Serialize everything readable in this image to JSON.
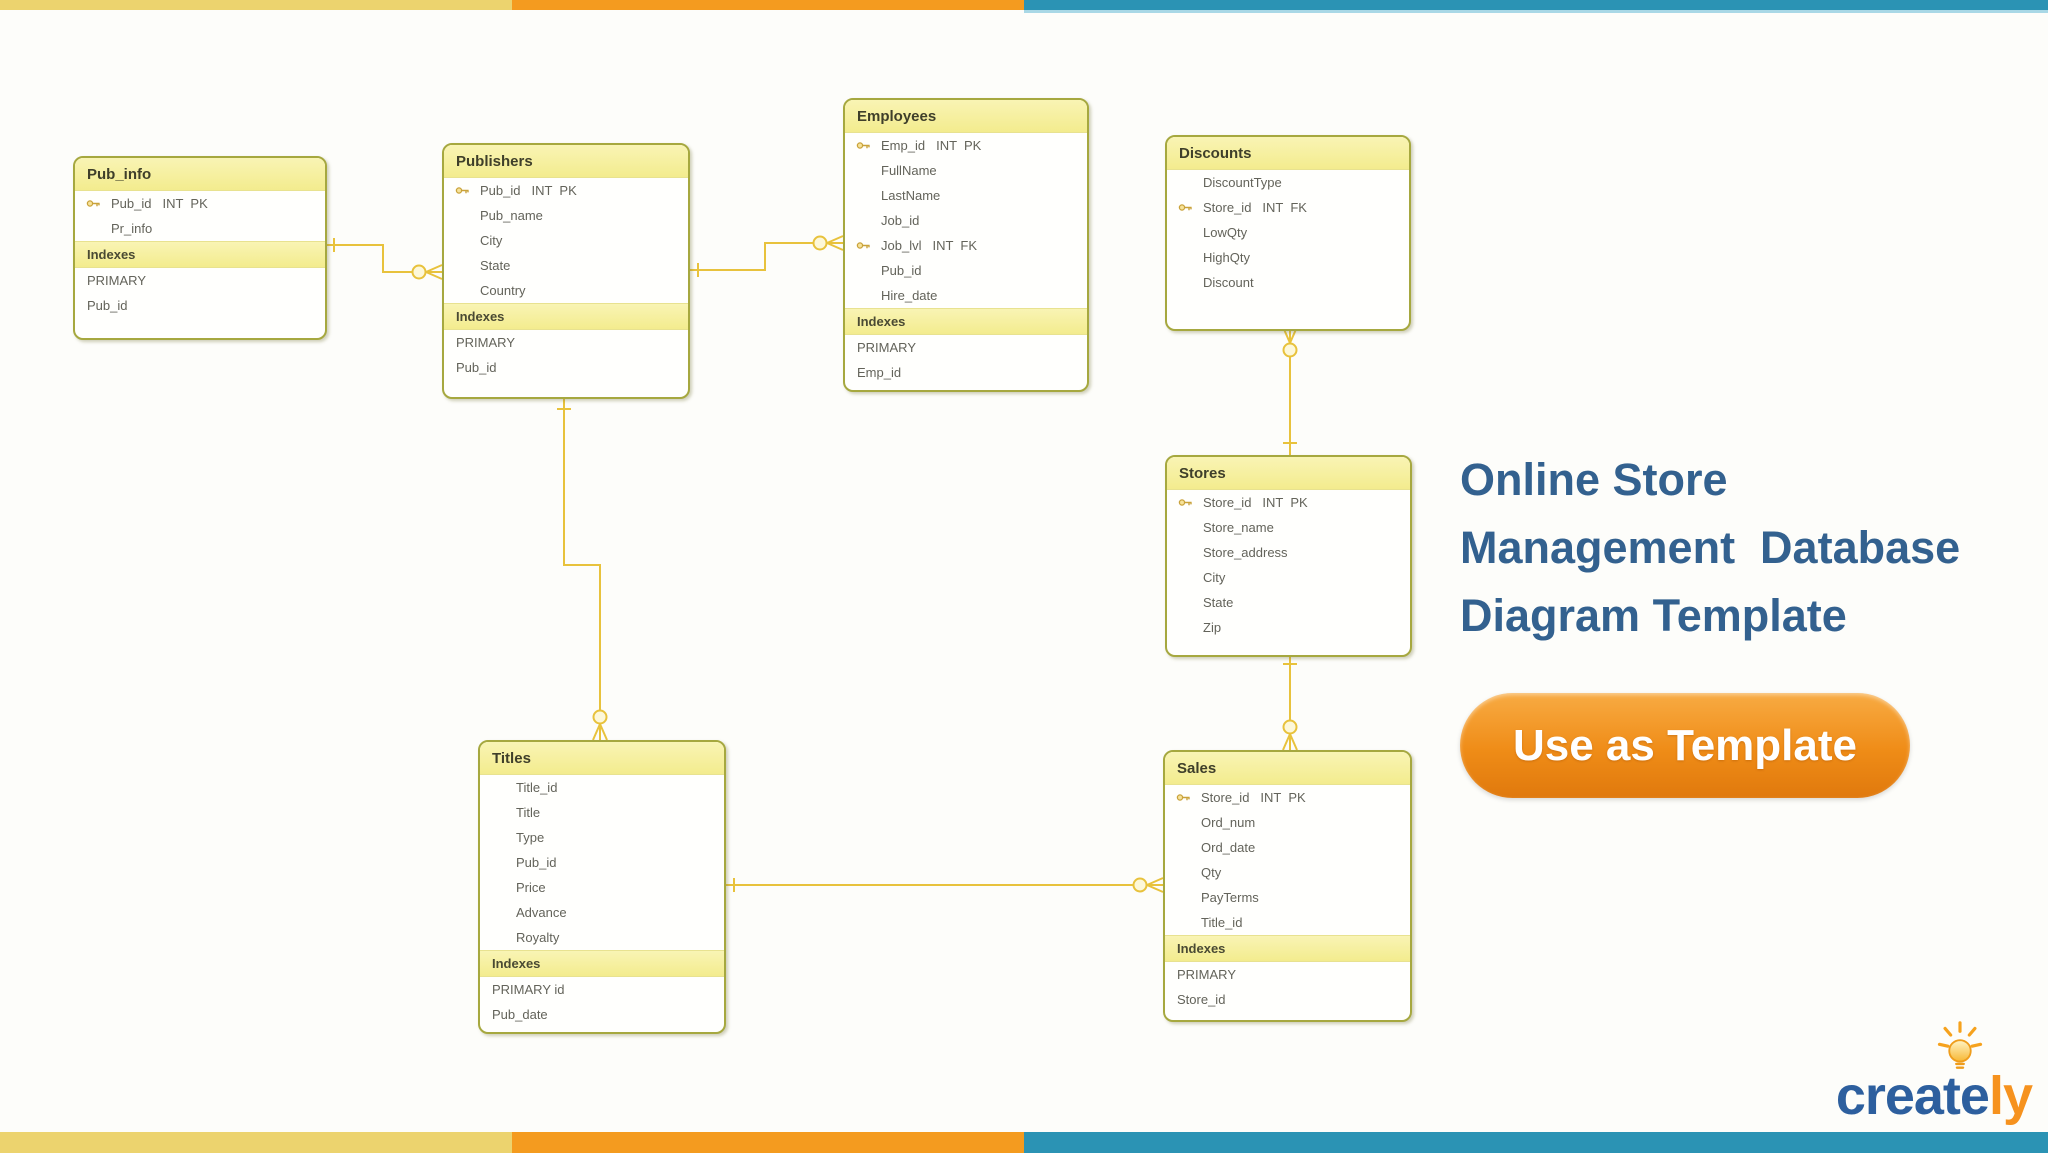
{
  "headline": {
    "lines": [
      "Online Store",
      "Management  Database",
      "Diagram Template"
    ],
    "color": "#33618f"
  },
  "cta": {
    "label": "Use as Template",
    "color_top": "#f8ab43",
    "color_bottom": "#e0790d"
  },
  "logo": {
    "blue": "create",
    "orange": "ly",
    "blue_color": "#2d5f9e",
    "orange_color": "#f6921e"
  },
  "accent_bars": {
    "yellow": "#ecd36e",
    "orange": "#f49b1f",
    "teal": "#2b93b4"
  },
  "diagram": {
    "connector_color": "#e8c23c",
    "entities": [
      {
        "id": "pub_info",
        "title": "Pub_info",
        "fields": [
          {
            "name": "Pub_id",
            "type": "INT  PK",
            "key": true
          },
          {
            "name": "Pr_info",
            "type": "",
            "key": false
          }
        ],
        "indexes_label": "Indexes",
        "indexes": [
          "PRIMARY",
          "Pub_id"
        ]
      },
      {
        "id": "publishers",
        "title": "Publishers",
        "fields": [
          {
            "name": "Pub_id",
            "type": "INT  PK",
            "key": true
          },
          {
            "name": "Pub_name",
            "type": "",
            "key": false
          },
          {
            "name": "City",
            "type": "",
            "key": false
          },
          {
            "name": "State",
            "type": "",
            "key": false
          },
          {
            "name": "Country",
            "type": "",
            "key": false
          }
        ],
        "indexes_label": "Indexes",
        "indexes": [
          "PRIMARY",
          "Pub_id"
        ]
      },
      {
        "id": "employees",
        "title": "Employees",
        "fields": [
          {
            "name": "Emp_id",
            "type": "INT  PK",
            "key": true
          },
          {
            "name": "FullName",
            "type": "",
            "key": false
          },
          {
            "name": "LastName",
            "type": "",
            "key": false
          },
          {
            "name": "Job_id",
            "type": "",
            "key": false
          },
          {
            "name": "Job_lvl",
            "type": "INT  FK",
            "key": true
          },
          {
            "name": "Pub_id",
            "type": "",
            "key": false
          },
          {
            "name": "Hire_date",
            "type": "",
            "key": false
          }
        ],
        "indexes_label": "Indexes",
        "indexes": [
          "PRIMARY",
          "Emp_id"
        ]
      },
      {
        "id": "discounts",
        "title": "Discounts",
        "fields": [
          {
            "name": "DiscountType",
            "type": "",
            "key": false
          },
          {
            "name": "Store_id",
            "type": "INT  FK",
            "key": true
          },
          {
            "name": "LowQty",
            "type": "",
            "key": false
          },
          {
            "name": "HighQty",
            "type": "",
            "key": false
          },
          {
            "name": "Discount",
            "type": "",
            "key": false
          }
        ],
        "indexes_label": null,
        "indexes": null
      },
      {
        "id": "stores",
        "title": "Stores",
        "fields": [
          {
            "name": "Store_id",
            "type": "INT  PK",
            "key": true
          },
          {
            "name": "Store_name",
            "type": "",
            "key": false
          },
          {
            "name": "Store_address",
            "type": "",
            "key": false
          },
          {
            "name": "City",
            "type": "",
            "key": false
          },
          {
            "name": "State",
            "type": "",
            "key": false
          },
          {
            "name": "Zip",
            "type": "",
            "key": false
          }
        ],
        "indexes_label": null,
        "indexes": null
      },
      {
        "id": "titles",
        "title": "Titles",
        "fields": [
          {
            "name": "Title_id",
            "type": "",
            "key": false
          },
          {
            "name": "Title",
            "type": "",
            "key": false
          },
          {
            "name": "Type",
            "type": "",
            "key": false
          },
          {
            "name": "Pub_id",
            "type": "",
            "key": false
          },
          {
            "name": "Price",
            "type": "",
            "key": false
          },
          {
            "name": "Advance",
            "type": "",
            "key": false
          },
          {
            "name": "Royalty",
            "type": "",
            "key": false
          }
        ],
        "indexes_label": "Indexes",
        "indexes": [
          "PRIMARY  id",
          "Pub_date"
        ]
      },
      {
        "id": "sales",
        "title": "Sales",
        "fields": [
          {
            "name": "Store_id",
            "type": "INT  PK",
            "key": true
          },
          {
            "name": "Ord_num",
            "type": "",
            "key": false
          },
          {
            "name": "Ord_date",
            "type": "",
            "key": false
          },
          {
            "name": "Qty",
            "type": "",
            "key": false
          },
          {
            "name": "PayTerms",
            "type": "",
            "key": false
          },
          {
            "name": "Title_id",
            "type": "",
            "key": false
          }
        ],
        "indexes_label": "Indexes",
        "indexes": [
          "PRIMARY",
          "Store_id"
        ]
      }
    ],
    "relationships": [
      {
        "from": "Pub_info",
        "to": "Publishers",
        "cardinality": "one-to-many"
      },
      {
        "from": "Publishers",
        "to": "Employees",
        "cardinality": "one-to-many"
      },
      {
        "from": "Publishers",
        "to": "Titles",
        "cardinality": "one-to-many"
      },
      {
        "from": "Stores",
        "to": "Discounts",
        "cardinality": "one-to-many"
      },
      {
        "from": "Stores",
        "to": "Sales",
        "cardinality": "one-to-many"
      },
      {
        "from": "Titles",
        "to": "Sales",
        "cardinality": "one-to-many"
      }
    ]
  }
}
